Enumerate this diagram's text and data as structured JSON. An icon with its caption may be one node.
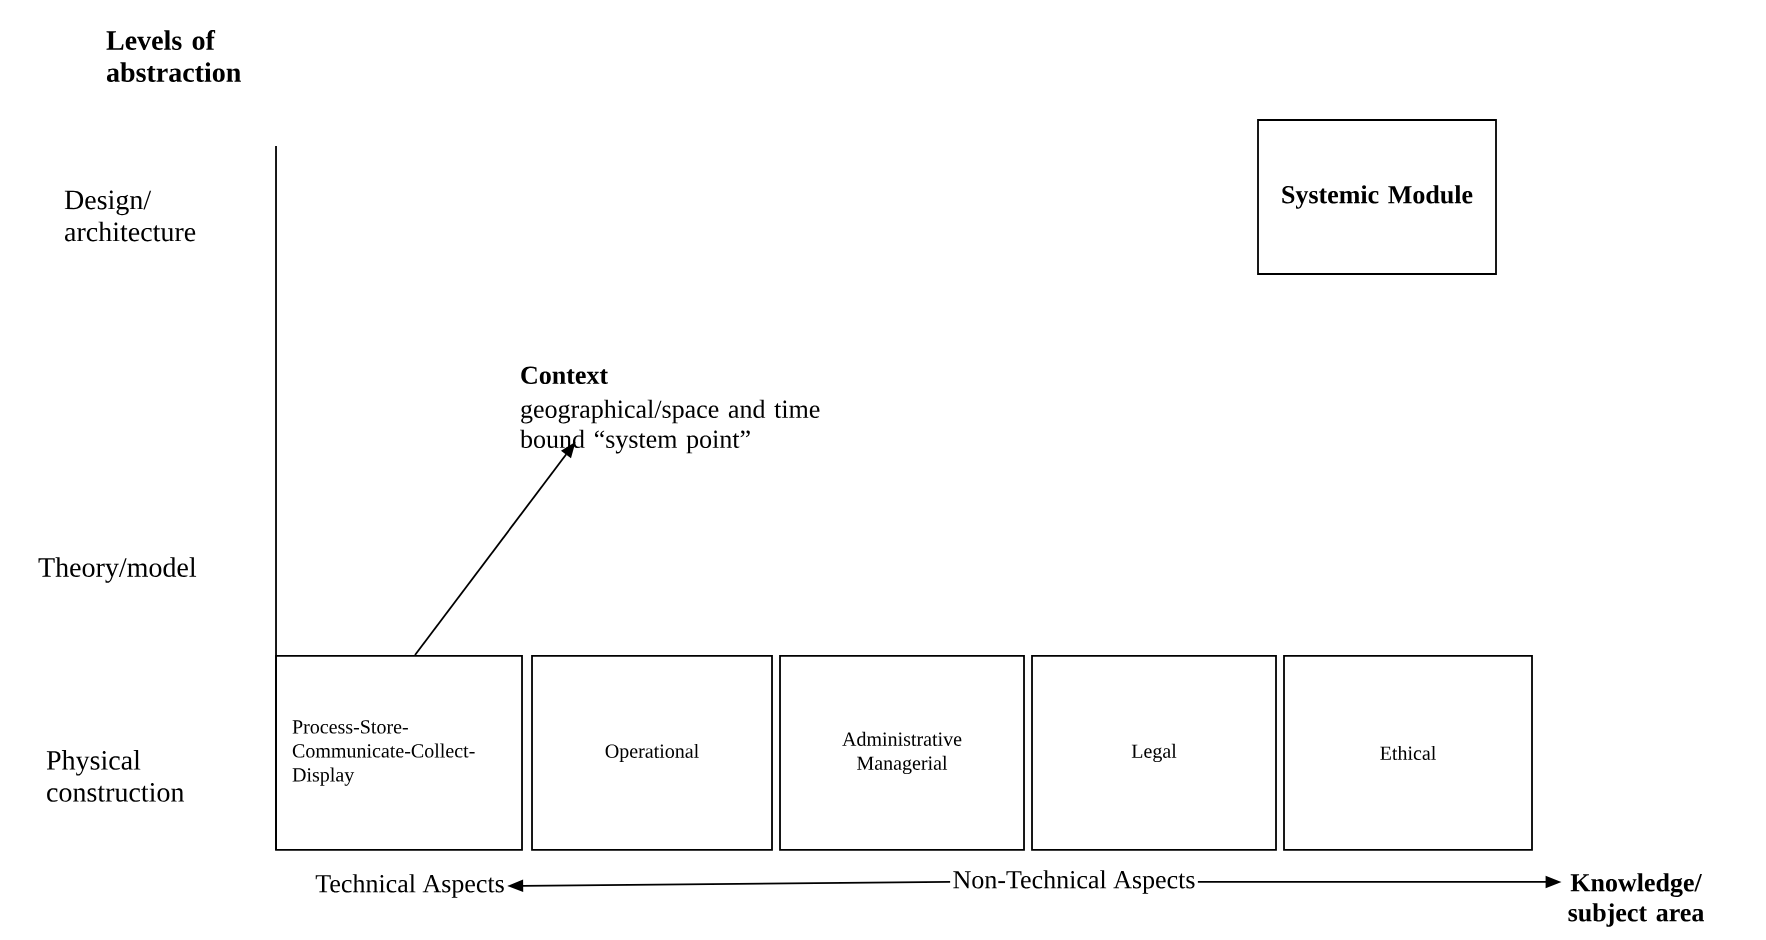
{
  "diagram": {
    "nodes": [
      {
        "text": [
          "Systemic Module"
        ]
      },
      {
        "text": [
          "Context",
          "geographical/space and time bound “system point”"
        ]
      },
      {
        "text": [
          "Process-Store-Communicate-Collect-Display"
        ]
      },
      {
        "text": [
          "Operational"
        ]
      },
      {
        "text": [
          "Administrative Managerial"
        ]
      },
      {
        "text": [
          "Legal"
        ]
      },
      {
        "text": [
          "Ethical"
        ]
      },
      {
        "text": [
          "Technical Aspects"
        ]
      },
      {
        "text": [
          "Non-Technical Aspects"
        ]
      },
      {
        "text": [
          "Knowledge/ subject area"
        ]
      }
    ],
    "edges": [
      {
        "from": 2,
        "to": 1,
        "arrow": "to"
      },
      {
        "from": 8,
        "to": 7,
        "arrow": "to"
      },
      {
        "from": 8,
        "to": 9,
        "arrow": "to"
      }
    ],
    "labels": [
      "Levels of abstraction",
      "Design/ architecture",
      "Theory/model",
      "Physical construction"
    ]
  }
}
